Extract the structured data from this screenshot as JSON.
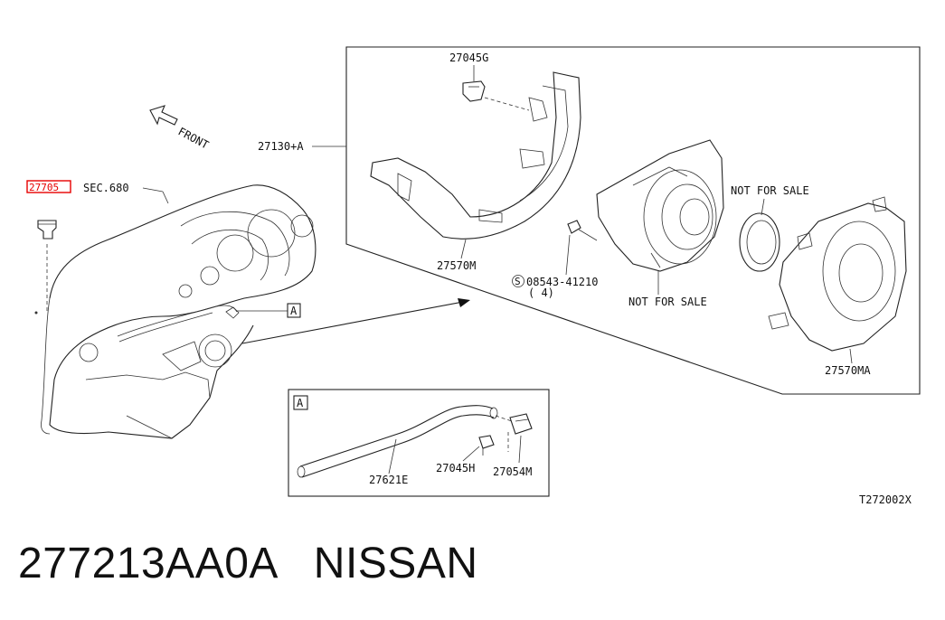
{
  "labels": {
    "front": "FRONT",
    "highlight_part": "27705",
    "sec": "SEC.680",
    "p27045g": "27045G",
    "p27130a": "27130+A",
    "p27570m": "27570M",
    "screw_code": "08543-41210",
    "screw_qty": "( 4)",
    "screw_s": "S",
    "nfs_top": "NOT FOR SALE",
    "nfs_bottom": "NOT FOR SALE",
    "p27570ma": "27570MA",
    "callout_a_main": "A",
    "callout_a_inset": "A",
    "p27621e": "27621E",
    "p27045h": "27045H",
    "p27054m": "27054M",
    "drawing_no": "T272002X"
  },
  "caption": {
    "part_number": "277213AA0A",
    "brand": "NISSAN"
  }
}
